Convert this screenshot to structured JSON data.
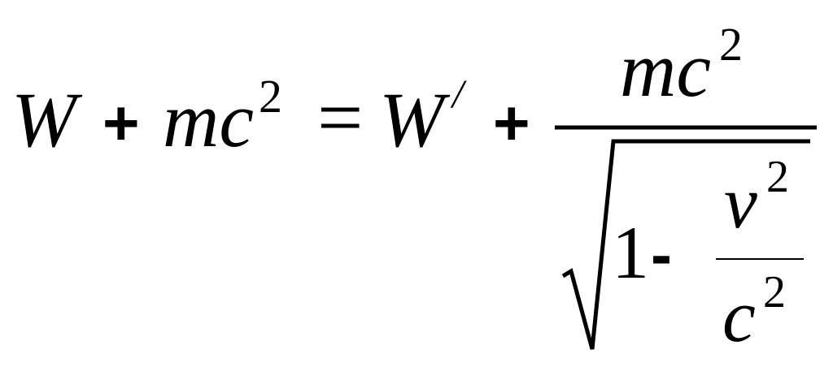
{
  "equation": {
    "lhs": {
      "w": "W",
      "plus": "+",
      "mc": "mc",
      "exp": "2"
    },
    "equals": "=",
    "rhs": {
      "w": "W",
      "prime": "/",
      "plus": "+",
      "fraction": {
        "numerator": {
          "mc": "mc",
          "exp": "2"
        },
        "denominator": {
          "one": "1",
          "minus": "-",
          "inner_fraction": {
            "numerator": {
              "v": "v",
              "exp": "2"
            },
            "denominator": {
              "c": "c",
              "exp": "2"
            }
          }
        }
      }
    }
  },
  "colors": {
    "ink": "#000000",
    "background": "#ffffff"
  }
}
